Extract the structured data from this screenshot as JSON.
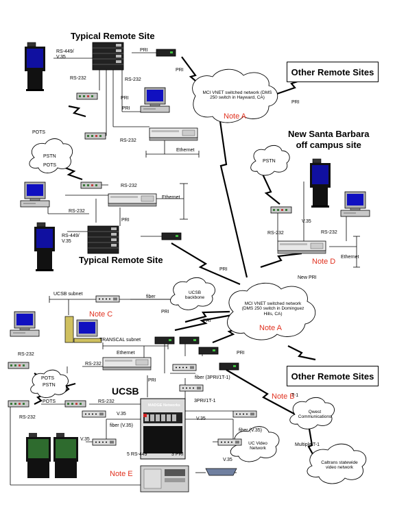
{
  "titles": {
    "remote_top": "Typical Remote Site",
    "remote_mid": "Typical Remote Site",
    "santa_barbara": "New Santa Barbara\noff campus site",
    "ucsb": "UCSB",
    "other_top": "Other Remote Sites",
    "other_bottom": "Other Remote Sites"
  },
  "clouds": {
    "mci_top": "MCI VNET switched network (DMS 250 switch in Hayward, CA)",
    "mci_bottom": "MCI VNET switched network (DMS 250 switch in Dominguez Hills, CA)",
    "pstn_left": "PSTN",
    "pstn_right": "PSTN",
    "pstn_ucsb": "PSTN",
    "ucsb_backbone": "UCSB backbone",
    "qwest": "Qwest Communications",
    "uc_video": "UC Video Network",
    "caltrans": "Caltrans statewide video network"
  },
  "notes": {
    "a_top": "Note A",
    "a_bottom": "Note A",
    "b": "Note B",
    "c": "Note C",
    "d": "Note D",
    "e": "Note E"
  },
  "labels": {
    "rs449_v35_top": "RS-449/ V.35",
    "pri_1": "PRI",
    "pri_2": "PRI",
    "pri_3": "PRI",
    "pri_4": "PRI",
    "pri_5": "PRI",
    "rs232_1": "RS-232",
    "rs232_2": "RS-232",
    "rs232_3": "RS-232",
    "pots_1": "POTS",
    "pots_2": "POTS",
    "ethernet_1": "Ethernet",
    "rs232_4": "RS-232",
    "rs232_5": "RS-232",
    "ethernet_2": "Ethernet",
    "pri_6": "PRI",
    "rs449_v35_mid": "RS-449/ V.35",
    "pri_7": "PRI",
    "sb_v35": "V.35",
    "sb_rs232_l": "RS-232",
    "sb_rs232_r": "RS-232",
    "sb_ethernet": "Ethernet",
    "new_pri": "New PRI",
    "ucsb_subnet": "UCSB subnet",
    "fiber_1": "fiber",
    "transcal_subnet": "TRANSCAL subnet",
    "ethernet_3": "Ethernet",
    "pri_8": "PRI",
    "pri_9": "PRI",
    "pri_10": "PRI",
    "rs232_6": "RS-232",
    "rs232_7": "RS-232",
    "pots_3": "POTS",
    "pots_4": "POTS",
    "rs232_8": "RS-232",
    "rs232_9": "RS-232",
    "pri_11": "PRI",
    "fiber_3pri": "fiber (3PRI/1T-1)",
    "three_pri_t1": "3PRI/1T-1",
    "v35_1": "V.35",
    "fiber_v35_1": "fiber (V.35)",
    "v35_2": "V.35",
    "v35_3": "V.35",
    "fiber_v35_2": "fiber (V.35)",
    "v35_4": "V.35",
    "rs449_5": "5 RS-449",
    "three_pri": "3 PRI",
    "t1": "T-1",
    "multiple_t1": "Multiple T-1",
    "madge": "MADGE Networks"
  },
  "colors": {
    "note": "#e0301e",
    "modem_green": "#6a8a4a",
    "monitor_blue": "#1010a0",
    "monitor_green": "#2e6b2e",
    "screen_cyan": "#10a0c0"
  }
}
